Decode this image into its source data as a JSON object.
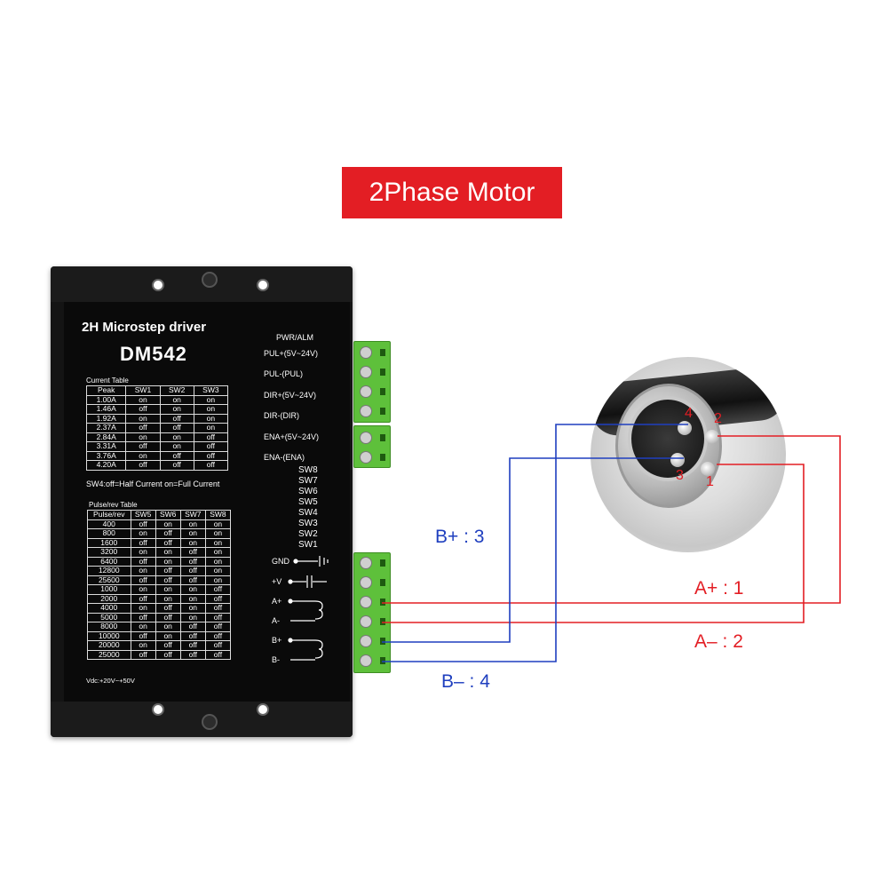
{
  "title": "2Phase Motor",
  "driver": {
    "subtitle": "2H Microstep driver",
    "model": "DM542",
    "current_table": {
      "caption": "Current Table",
      "headers": [
        "Peak",
        "SW1",
        "SW2",
        "SW3"
      ],
      "rows": [
        [
          "1.00A",
          "on",
          "on",
          "on"
        ],
        [
          "1.46A",
          "off",
          "on",
          "on"
        ],
        [
          "1.92A",
          "on",
          "off",
          "on"
        ],
        [
          "2.37A",
          "off",
          "off",
          "on"
        ],
        [
          "2.84A",
          "on",
          "on",
          "off"
        ],
        [
          "3.31A",
          "off",
          "on",
          "off"
        ],
        [
          "3.76A",
          "on",
          "off",
          "off"
        ],
        [
          "4.20A",
          "off",
          "off",
          "off"
        ]
      ]
    },
    "sw4_note": "SW4:off=Half Current  on=Full Current",
    "pulse_table": {
      "caption": "Pulse/rev Table",
      "headers": [
        "Pulse/rev",
        "SW5",
        "SW6",
        "SW7",
        "SW8"
      ],
      "rows": [
        [
          "400",
          "off",
          "on",
          "on",
          "on"
        ],
        [
          "800",
          "on",
          "off",
          "on",
          "on"
        ],
        [
          "1600",
          "off",
          "off",
          "on",
          "on"
        ],
        [
          "3200",
          "on",
          "on",
          "off",
          "on"
        ],
        [
          "6400",
          "off",
          "on",
          "off",
          "on"
        ],
        [
          "12800",
          "on",
          "off",
          "off",
          "on"
        ],
        [
          "25600",
          "off",
          "off",
          "off",
          "on"
        ],
        [
          "1000",
          "on",
          "on",
          "on",
          "off"
        ],
        [
          "2000",
          "off",
          "on",
          "on",
          "off"
        ],
        [
          "4000",
          "on",
          "off",
          "on",
          "off"
        ],
        [
          "5000",
          "off",
          "off",
          "on",
          "off"
        ],
        [
          "8000",
          "on",
          "on",
          "off",
          "off"
        ],
        [
          "10000",
          "off",
          "on",
          "off",
          "off"
        ],
        [
          "20000",
          "on",
          "off",
          "off",
          "off"
        ],
        [
          "25000",
          "off",
          "off",
          "off",
          "off"
        ]
      ]
    },
    "vdc_note": "Vdc:+20V~+50V",
    "signal_labels": {
      "pwr_alm": "PWR/ALM",
      "pul_plus": "PUL+(5V~24V)",
      "pul_minus": "PUL-(PUL)",
      "dir_plus": "DIR+(5V~24V)",
      "dir_minus": "DIR-(DIR)",
      "ena_plus": "ENA+(5V~24V)",
      "ena_minus": "ENA-(ENA)"
    },
    "switch_labels": [
      "SW8",
      "SW7",
      "SW6",
      "SW5",
      "SW4",
      "SW3",
      "SW2",
      "SW1"
    ],
    "output_labels": [
      "GND",
      "+V",
      "A+",
      "A-",
      "B+",
      "B-"
    ]
  },
  "connector": {
    "pins": [
      "4",
      "2",
      "3",
      "1"
    ]
  },
  "wiring": {
    "b_plus": "B+ : 3",
    "b_minus": "B– : 4",
    "a_plus": "A+ : 1",
    "a_minus": "A– : 2"
  },
  "colors": {
    "banner": "#e31e24",
    "wire_red": "#e31e24",
    "wire_blue": "#1f3fbf",
    "terminal_green": "#5ec03b"
  }
}
